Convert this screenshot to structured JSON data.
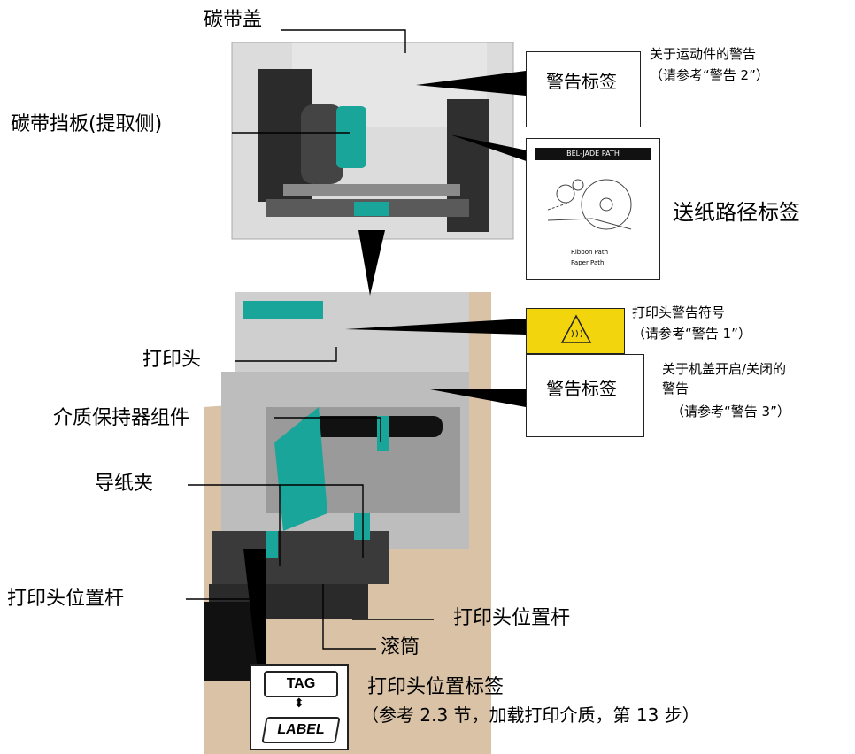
{
  "labels": {
    "ribbon_cover": "碳带盖",
    "ribbon_shaft_holder": "碳带挡板(提取侧)",
    "print_head": "打印头",
    "media_holder": "介质保持器组件",
    "paper_guide": "导纸夹",
    "head_lever_left": "打印头位置杆",
    "head_lever_right": "打印头位置杆",
    "platen": "滚筒",
    "paper_path_label": "送纸路径标签",
    "head_position_label": "打印头位置标签"
  },
  "callouts": {
    "warning_box_1": "警告标签",
    "warning_box_1_note_line1": "关于运动件的警告",
    "warning_box_1_note_line2": "（请参考“警告 2”）",
    "warning_box_2": "警告标签",
    "warning_box_2_note_line1": "关于机盖开启/关闭的",
    "warning_box_2_note_line2": "警告",
    "warning_box_2_note_line3": "（请参考“警告 3”）",
    "head_warning_symbol_line1": "打印头警告符号",
    "head_warning_symbol_line2": "（请参考“警告 1”）",
    "head_position_note": "（参考 2.3 节，加载打印介质，第 13 步）"
  },
  "paper_path_sticker": {
    "header": "BEL-JADE PATH",
    "legend_1": "Ribbon Path",
    "legend_2": "Paper Path"
  },
  "head_position_sticker": {
    "top": "TAG",
    "bottom": "LABEL"
  },
  "colors": {
    "teal_parts": "#1aa59a",
    "warning_yellow": "#f2d50c",
    "body_tan": "#d9c2a6"
  }
}
